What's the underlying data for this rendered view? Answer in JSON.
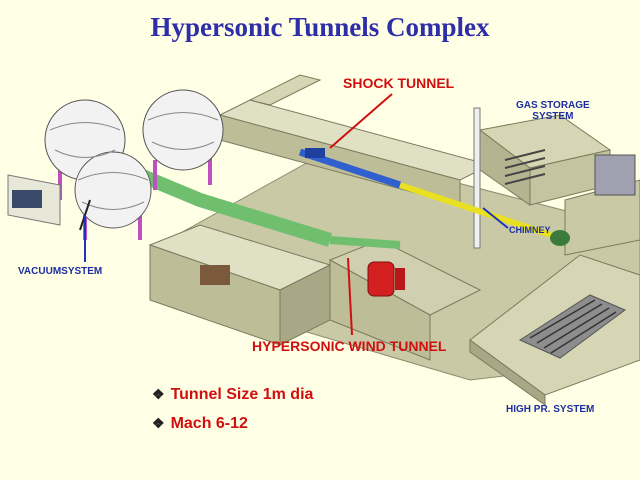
{
  "title": "Hypersonic Tunnels Complex",
  "labels": {
    "shock_tunnel": "SHOCK TUNNEL",
    "gas_storage": [
      "GAS STORAGE",
      "SYSTEM"
    ],
    "chimney": "CHIMNEY",
    "vacuum_system": "VACUUMSYSTEM",
    "hypersonic_wind_tunnel": "HYPERSONIC WIND TUNNEL",
    "high_pr_system": "HIGH PR. SYSTEM"
  },
  "bullets": [
    "Tunnel Size 1m dia",
    "Mach 6-12"
  ],
  "colors": {
    "title": "#2E2EA8",
    "red_labels": "#D01010",
    "blue_labels": "#1E2EA0",
    "background": "#FFFFE5",
    "building": "#D6D6B4",
    "spheres": "#F2F2F2",
    "tunnel_pipe": "#6FBF6F",
    "shock_tube": "#E8E020"
  },
  "bullet_icon": "diamond-bullet-icon"
}
